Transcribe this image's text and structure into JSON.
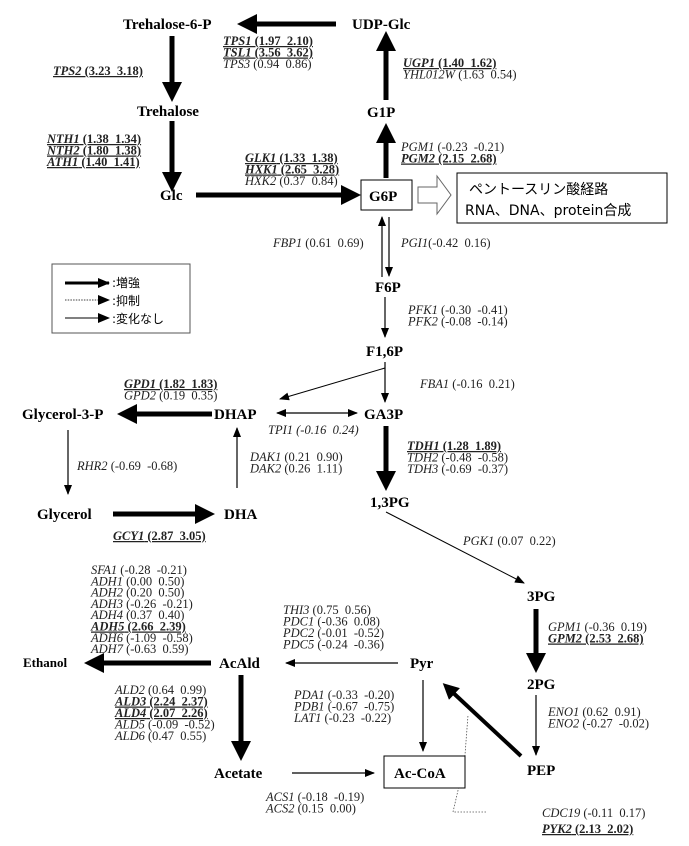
{
  "metabolites": {
    "t6p": "Trehalose-6-P",
    "udpglc": "UDP-Glc",
    "trehalose": "Trehalose",
    "g1p": "G1P",
    "glc": "Glc",
    "g6p": "G6P",
    "f6p": "F6P",
    "f16p": "F1,6P",
    "dhap": "DHAP",
    "ga3p": "GA3P",
    "g3p": "Glycerol-3-P",
    "glycerol": "Glycerol",
    "dha": "DHA",
    "bpg": "1,3PG",
    "pg3": "3PG",
    "pg2": "2PG",
    "pep": "PEP",
    "pyr": "Pyr",
    "acald": "AcAld",
    "ethanol": "Ethanol",
    "acetate": "Acetate",
    "accoa": "Ac-CoA"
  },
  "side_box": {
    "line1": "ペントースリン酸経路",
    "line2": "RNA、DNA、protein合成"
  },
  "legend": {
    "items": [
      {
        "style": "thick",
        "label": ":増強"
      },
      {
        "style": "dotted",
        "label": ":抑制"
      },
      {
        "style": "thin",
        "label": ":変化なし"
      }
    ]
  },
  "genes": {
    "tps": [
      {
        "name": "TPS1",
        "values": "(1.97  2.10)",
        "up": true
      },
      {
        "name": "TSL1",
        "values": "(3.56  3.62)",
        "up": true
      },
      {
        "name": "TPS3",
        "values": "(0.94  0.86)",
        "up": false
      }
    ],
    "tps2": [
      {
        "name": "TPS2",
        "values": "(3.23  3.18)",
        "up": true
      }
    ],
    "ugp": [
      {
        "name": "UGP1",
        "values": "(1.40  1.62)",
        "up": true
      },
      {
        "name": "YHL012W",
        "values": "(1.63  0.54)",
        "up": false
      }
    ],
    "nth": [
      {
        "name": "NTH1",
        "values": "(1.38  1.34)",
        "up": true
      },
      {
        "name": "NTH2",
        "values": "(1.80  1.38)",
        "up": true
      },
      {
        "name": "ATH1",
        "values": "(1.40  1.41)",
        "up": true
      }
    ],
    "pgm": [
      {
        "name": "PGM1",
        "values": "(-0.23  -0.21)",
        "up": false
      },
      {
        "name": "PGM2",
        "values": "(2.15  2.68)",
        "up": true
      }
    ],
    "hxk": [
      {
        "name": "GLK1",
        "values": "(1.33  1.38)",
        "up": true
      },
      {
        "name": "HXK1",
        "values": "(2.65  3.28)",
        "up": true
      },
      {
        "name": "HXK2",
        "values": "(0.37  0.84)",
        "up": false
      }
    ],
    "fbp": [
      {
        "name": "FBP1",
        "values": "(0.61  0.69)",
        "up": false
      }
    ],
    "pgi": [
      {
        "name": "PGI1",
        "values": "(-0.42  0.16)",
        "up": false
      }
    ],
    "pfk": [
      {
        "name": "PFK1",
        "values": "(-0.30  -0.41)",
        "up": false
      },
      {
        "name": "PFK2",
        "values": "(-0.08  -0.14)",
        "up": false
      }
    ],
    "fba": [
      {
        "name": "FBA1",
        "values": "(-0.16  0.21)",
        "up": false
      }
    ],
    "gpd": [
      {
        "name": "GPD1",
        "values": "(1.82  1.83)",
        "up": true
      },
      {
        "name": "GPD2",
        "values": "(0.19  0.35)",
        "up": false
      }
    ],
    "tpi": [
      {
        "name": "TPI1",
        "values": "(-0.16  0.24)",
        "up": false
      }
    ],
    "rhr": [
      {
        "name": "RHR2",
        "values": "(-0.69  -0.68)",
        "up": false
      }
    ],
    "dak": [
      {
        "name": "DAK1",
        "values": "(0.21  0.90)",
        "up": false
      },
      {
        "name": "DAK2",
        "values": "(0.26  1.11)",
        "up": false
      }
    ],
    "tdh": [
      {
        "name": "TDH1",
        "values": "(1.28  1.89)",
        "up": true
      },
      {
        "name": "TDH2",
        "values": "(-0.48  -0.58)",
        "up": false
      },
      {
        "name": "TDH3",
        "values": "(-0.69  -0.37)",
        "up": false
      }
    ],
    "gcy": [
      {
        "name": "GCY1",
        "values": "(2.87  3.05)",
        "up": true
      }
    ],
    "pgk": [
      {
        "name": "PGK1",
        "values": "(0.07  0.22)",
        "up": false
      }
    ],
    "gpm": [
      {
        "name": "GPM1",
        "values": "(-0.36  0.19)",
        "up": false
      },
      {
        "name": "GPM2",
        "values": "(2.53  2.68)",
        "up": true
      }
    ],
    "adh": [
      {
        "name": "SFA1",
        "values": "(-0.28  -0.21)",
        "up": false
      },
      {
        "name": "ADH1",
        "values": "(0.00  0.50)",
        "up": false
      },
      {
        "name": "ADH2",
        "values": "(0.20  0.50)",
        "up": false
      },
      {
        "name": "ADH3",
        "values": "(-0.26  -0.21)",
        "up": false
      },
      {
        "name": "ADH4",
        "values": "(0.37  0.40)",
        "up": false
      },
      {
        "name": "ADH5",
        "values": "(2.66  2.39)",
        "up": true
      },
      {
        "name": "ADH6",
        "values": "(-1.09  -0.58)",
        "up": false
      },
      {
        "name": "ADH7",
        "values": "(-0.63  0.59)",
        "up": false
      }
    ],
    "pdc": [
      {
        "name": "THI3",
        "values": "(0.75  0.56)",
        "up": false
      },
      {
        "name": "PDC1",
        "values": "(-0.36  0.08)",
        "up": false
      },
      {
        "name": "PDC2",
        "values": "(-0.01  -0.52)",
        "up": false
      },
      {
        "name": "PDC5",
        "values": "(-0.24  -0.36)",
        "up": false
      }
    ],
    "ald": [
      {
        "name": "ALD2",
        "values": "(0.64  0.99)",
        "up": false
      },
      {
        "name": "ALD3",
        "values": "(2.24  2.37)",
        "up": true
      },
      {
        "name": "ALD4",
        "values": "(2.07  2.26)",
        "up": true
      },
      {
        "name": "ALD5",
        "values": "(-0.09  -0.52)",
        "up": false
      },
      {
        "name": "ALD6",
        "values": "(0.47  0.55)",
        "up": false
      }
    ],
    "pda": [
      {
        "name": "PDA1",
        "values": "(-0.33  -0.20)",
        "up": false
      },
      {
        "name": "PDB1",
        "values": "(-0.67  -0.75)",
        "up": false
      },
      {
        "name": "LAT1",
        "values": "(-0.23  -0.22)",
        "up": false
      }
    ],
    "eno": [
      {
        "name": "ENO1",
        "values": "(0.62  0.91)",
        "up": false
      },
      {
        "name": "ENO2",
        "values": "(-0.27  -0.02)",
        "up": false
      }
    ],
    "acs": [
      {
        "name": "ACS1",
        "values": "(-0.18  -0.19)",
        "up": false
      },
      {
        "name": "ACS2",
        "values": "(0.15  0.00)",
        "up": false
      }
    ],
    "pyk": [
      {
        "name": "CDC19",
        "values": "(-0.11  0.17)",
        "up": false
      },
      {
        "name": "PYK2",
        "values": "(2.13  2.02)",
        "up": true
      }
    ]
  }
}
